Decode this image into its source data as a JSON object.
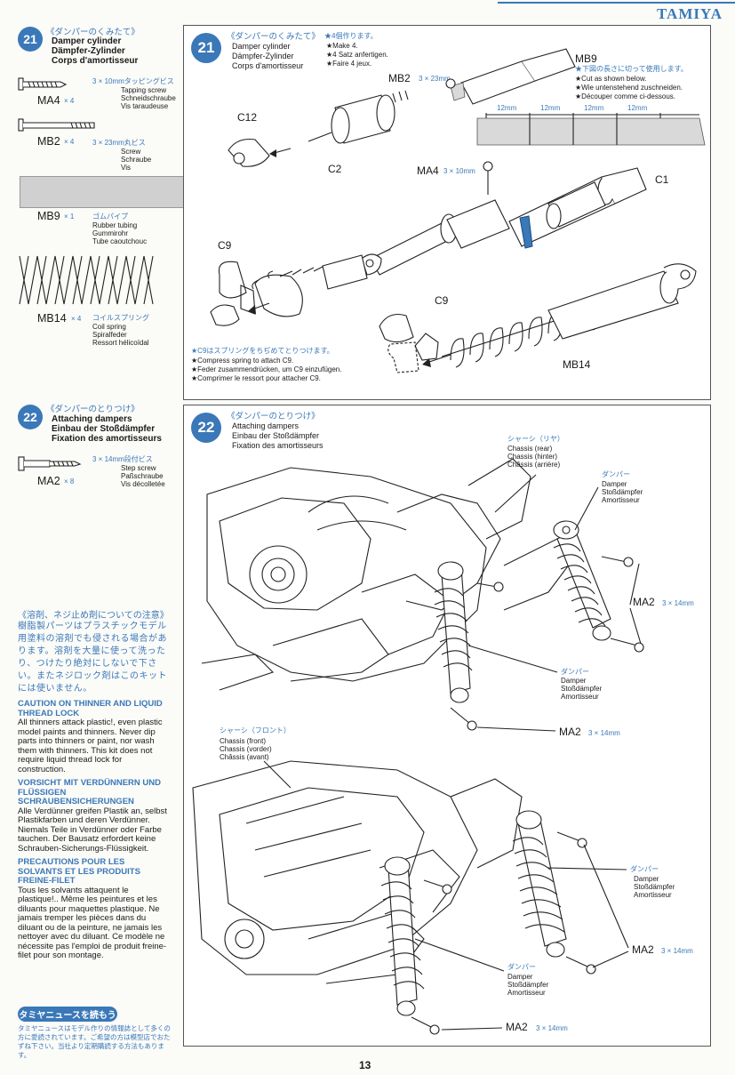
{
  "brand": "TAMIYA",
  "page_number": "13",
  "step21": {
    "number": "21",
    "title_jp": "《ダンパーのくみたて》",
    "title_en": "Damper cylinder",
    "title_de": "Dämpfer-Zylinder",
    "title_fr": "Corps d'amortisseur",
    "parts": {
      "ma4": {
        "code": "MA4",
        "qty": "× 4",
        "jp": "3 × 10mmタッピングビス",
        "en": "Tapping screw",
        "de": "Schneidschraube",
        "fr": "Vis taraudeuse"
      },
      "mb2": {
        "code": "MB2",
        "qty": "× 4",
        "jp": "3 × 23mm丸ビス",
        "en": "Screw",
        "de": "Schraube",
        "fr": "Vis"
      },
      "mb9": {
        "code": "MB9",
        "qty": "× 1",
        "jp": "ゴムパイプ",
        "en": "Rubber tubing",
        "de": "Gummirohr",
        "fr": "Tube caoutchouc"
      },
      "mb14": {
        "code": "MB14",
        "qty": "× 4",
        "jp": "コイルスプリング",
        "en": "Coil spring",
        "de": "Spiralfeder",
        "fr": "Ressort hélicoïdal"
      }
    },
    "panel": {
      "number": "21",
      "title_jp": "《ダンパーのくみたて》",
      "title_en": "Damper cylinder",
      "title_de": "Dämpfer-Zylinder",
      "title_fr": "Corps d'amortisseur",
      "make_jp": "★4個作ります。",
      "make_en": "★Make 4.",
      "make_de": "★4 Satz anfertigen.",
      "make_fr": "★Faire 4 jeux.",
      "mb2_label": "MB2",
      "mb2_size": "3 × 23mm",
      "mb9_label": "MB9",
      "mb9_jp": "★下図の長さに切って使用します。",
      "mb9_en": "★Cut as shown below.",
      "mb9_de": "★Wie untenstehend zuschneiden.",
      "mb9_fr": "★Découper comme ci-dessous.",
      "cut_lengths": [
        "12mm",
        "12mm",
        "12mm",
        "12mm"
      ],
      "c12": "C12",
      "c2": "C2",
      "c1": "C1",
      "ma4_label": "MA4",
      "ma4_size": "3 × 10mm",
      "c9_a": "C9",
      "c9_b": "C9",
      "mb14_label": "MB14",
      "spring_jp": "★C9はスプリングをちぢめてとりつけます。",
      "spring_en": "★Compress spring to attach C9.",
      "spring_de": "★Feder zusammendrücken, um C9 einzufügen.",
      "spring_fr": "★Comprimer le ressort pour attacher C9."
    }
  },
  "step22": {
    "number": "22",
    "title_jp": "《ダンパーのとりつけ》",
    "title_en": "Attaching dampers",
    "title_de": "Einbau der Stoßdämpfer",
    "title_fr": "Fixation des amortisseurs",
    "part": {
      "code": "MA2",
      "qty": "× 8",
      "jp": "3 × 14mm段付ビス",
      "en": "Step screw",
      "de": "Paßschraube",
      "fr": "Vis décolletée"
    },
    "panel": {
      "number": "22",
      "title_jp": "《ダンパーのとりつけ》",
      "title_en": "Attaching dampers",
      "title_de": "Einbau der Stoßdämpfer",
      "title_fr": "Fixation des amortisseurs",
      "chassis_rear_jp": "シャーシ（リヤ）",
      "chassis_rear_en": "Chassis (rear)",
      "chassis_rear_de": "Chassis (hinter)",
      "chassis_rear_fr": "Châssis (arrière)",
      "damper_jp": "ダンパー",
      "damper_en": "Damper",
      "damper_de": "Stoßdämpfer",
      "damper_fr": "Amortisseur",
      "chassis_front_jp": "シャーシ（フロント）",
      "chassis_front_en": "Chassis (front)",
      "chassis_front_de": "Chassis (vorder)",
      "chassis_front_fr": "Châssis (avant)",
      "ma2_label": "MA2",
      "ma2_size": "3 × 14mm"
    }
  },
  "caution": {
    "jp_title": "《溶剤、ネジ止め剤についての注意》",
    "jp_body": "樹脂製パーツはプラスチックモデル用塗料の溶剤でも侵される場合があります。溶剤を大量に使って洗ったり、つけたり絶対にしないで下さい。またネジロック剤はこのキットには使いません。",
    "en_title": "CAUTION ON THINNER AND LIQUID THREAD LOCK",
    "en_body": "All thinners attack plastic!, even plastic model paints and thinners. Never dip parts into thinners or paint, nor wash them with thinners. This kit does not require liquid thread lock for construction.",
    "de_title": "VORSICHT MIT VERDÜNNERN UND FLÜSSIGEN SCHRAUBENSICHERUNGEN",
    "de_body": "Alle Verdünner greifen Plastik an, selbst Plastikfarben und deren Verdünner. Niemals Teile in Verdünner oder Farbe tauchen. Der Bausatz erfordert keine Schrauben-Sicherungs-Flüssigkeit.",
    "fr_title": "PRECAUTIONS POUR LES SOLVANTS ET LES PRODUITS FREINE-FILET",
    "fr_body": "Tous les solvants attaquent le plastique!.. Même les peintures et les diluants pour maquettes plastique. Ne jamais tremper les pièces dans du diluant ou de la peinture, ne jamais les nettoyer avec du diluant. Ce modèle ne nécessite pas l'emploi de produit freine-filet pour son montage."
  },
  "news": {
    "title": "タミヤニュースを読もう",
    "body": "タミヤニュースはモデル作りの情報誌として多くの方に愛読されています。ご希望の方は模型店でおたずね下さい。当社より定期購読する方法もあります。"
  }
}
